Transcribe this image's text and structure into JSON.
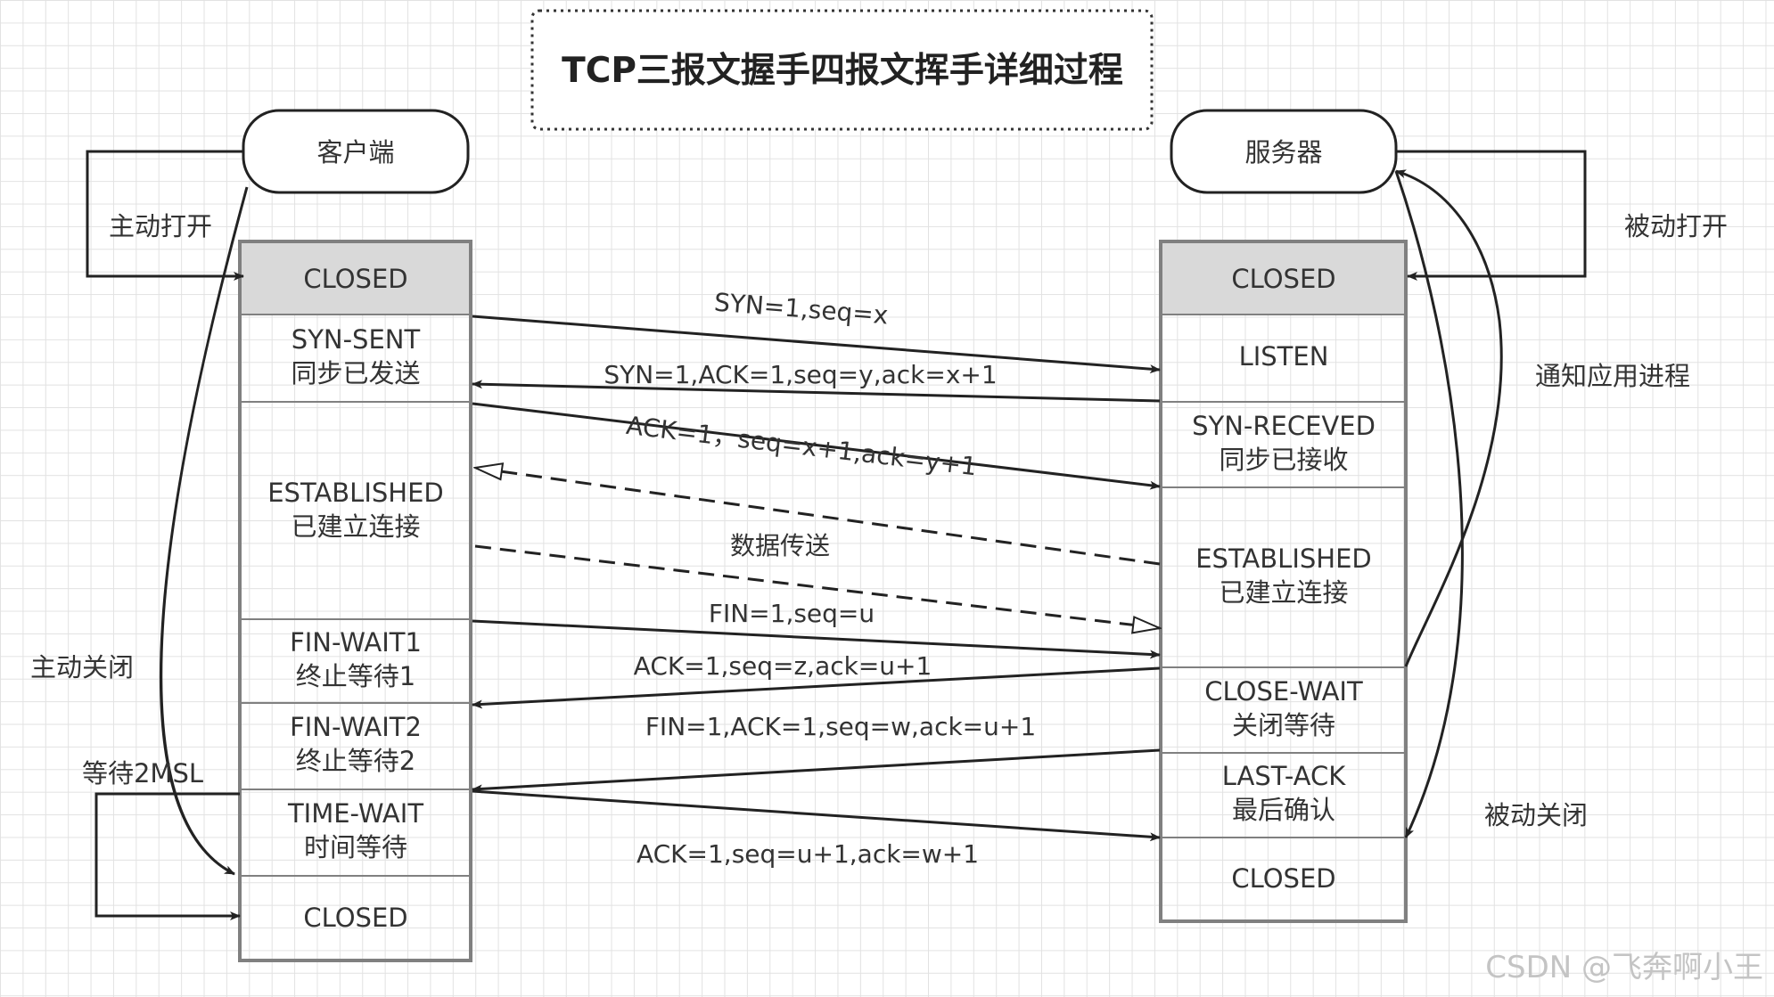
{
  "title": "TCP三报文握手四报文挥手详细过程",
  "client": {
    "label": "客户端",
    "states": [
      {
        "line1": "CLOSED",
        "line2": ""
      },
      {
        "line1": "SYN-SENT",
        "line2": "同步已发送"
      },
      {
        "line1": "ESTABLISHED",
        "line2": "已建立连接"
      },
      {
        "line1": "FIN-WAIT1",
        "line2": "终止等待1"
      },
      {
        "line1": "FIN-WAIT2",
        "line2": "终止等待2"
      },
      {
        "line1": "TIME-WAIT",
        "line2": "时间等待"
      },
      {
        "line1": "CLOSED",
        "line2": ""
      }
    ]
  },
  "server": {
    "label": "服务器",
    "states": [
      {
        "line1": "CLOSED",
        "line2": ""
      },
      {
        "line1": "LISTEN",
        "line2": ""
      },
      {
        "line1": "SYN-RECEVED",
        "line2": "同步已接收"
      },
      {
        "line1": "ESTABLISHED",
        "line2": "已建立连接"
      },
      {
        "line1": "CLOSE-WAIT",
        "line2": "关闭等待"
      },
      {
        "line1": "LAST-ACK",
        "line2": "最后确认"
      },
      {
        "line1": "CLOSED",
        "line2": ""
      }
    ]
  },
  "messages": {
    "syn": "SYN=1,seq=x",
    "syn_ack": "SYN=1,ACK=1,seq=y,ack=x+1",
    "ack": "ACK=1，seq=x+1,ack=y+1",
    "data": "数据传送",
    "fin": "FIN=1,seq=u",
    "ack2": "ACK=1,seq=z,ack=u+1",
    "fin_ack": "FIN=1,ACK=1,seq=w,ack=u+1",
    "ack3": "ACK=1,seq=u+1,ack=w+1"
  },
  "side_labels": {
    "active_open": "主动打开",
    "passive_open": "被动打开",
    "notify_app": "通知应用进程",
    "active_close": "主动关闭",
    "wait_2msl": "等待2MSL",
    "passive_close": "被动关闭"
  },
  "watermark": "CSDN @飞奔啊小王",
  "colors": {
    "line": "#222222",
    "box_border": "#808080",
    "closed_fill": "#d9d9d9"
  }
}
